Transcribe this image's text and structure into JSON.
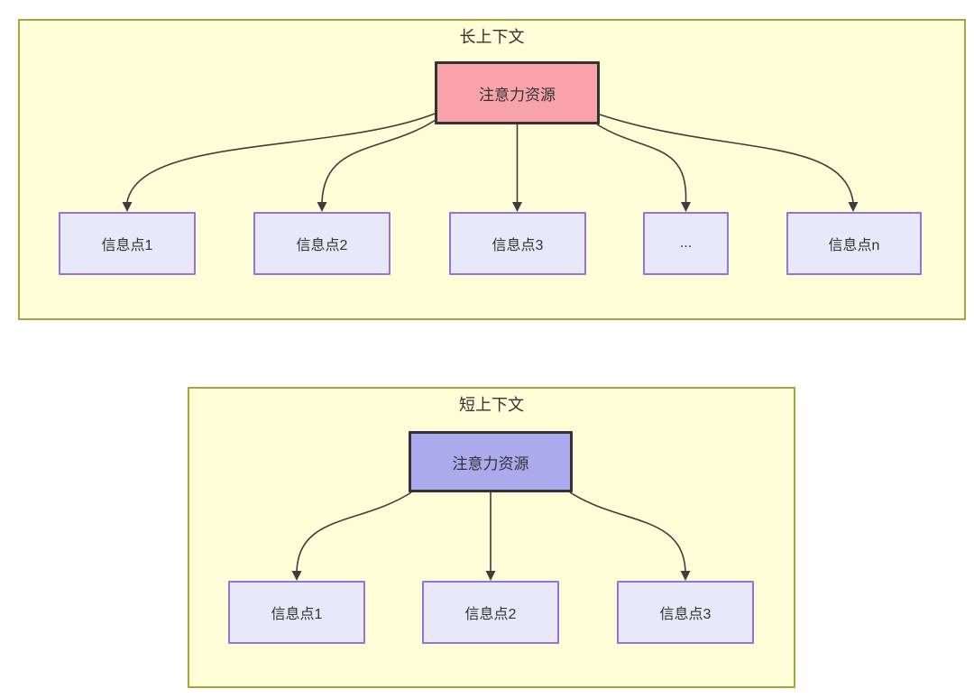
{
  "colors": {
    "section_fill": "#fdfdd8",
    "section_border": "#a6a63c",
    "attention_pink_fill": "#f7a3a9",
    "attention_blue_fill": "#abaaec",
    "attention_border": "#333333",
    "info_fill": "#e8e8fb",
    "info_border": "#9673d6",
    "arrow_color": "#3d3d3d",
    "text_color": "#333333"
  },
  "long_context": {
    "title": "长上下文",
    "attention_label": "注意力资源",
    "info_points": [
      "信息点1",
      "信息点2",
      "信息点3",
      "...",
      "信息点n"
    ]
  },
  "short_context": {
    "title": "短上下文",
    "attention_label": "注意力资源",
    "info_points": [
      "信息点1",
      "信息点2",
      "信息点3"
    ]
  }
}
